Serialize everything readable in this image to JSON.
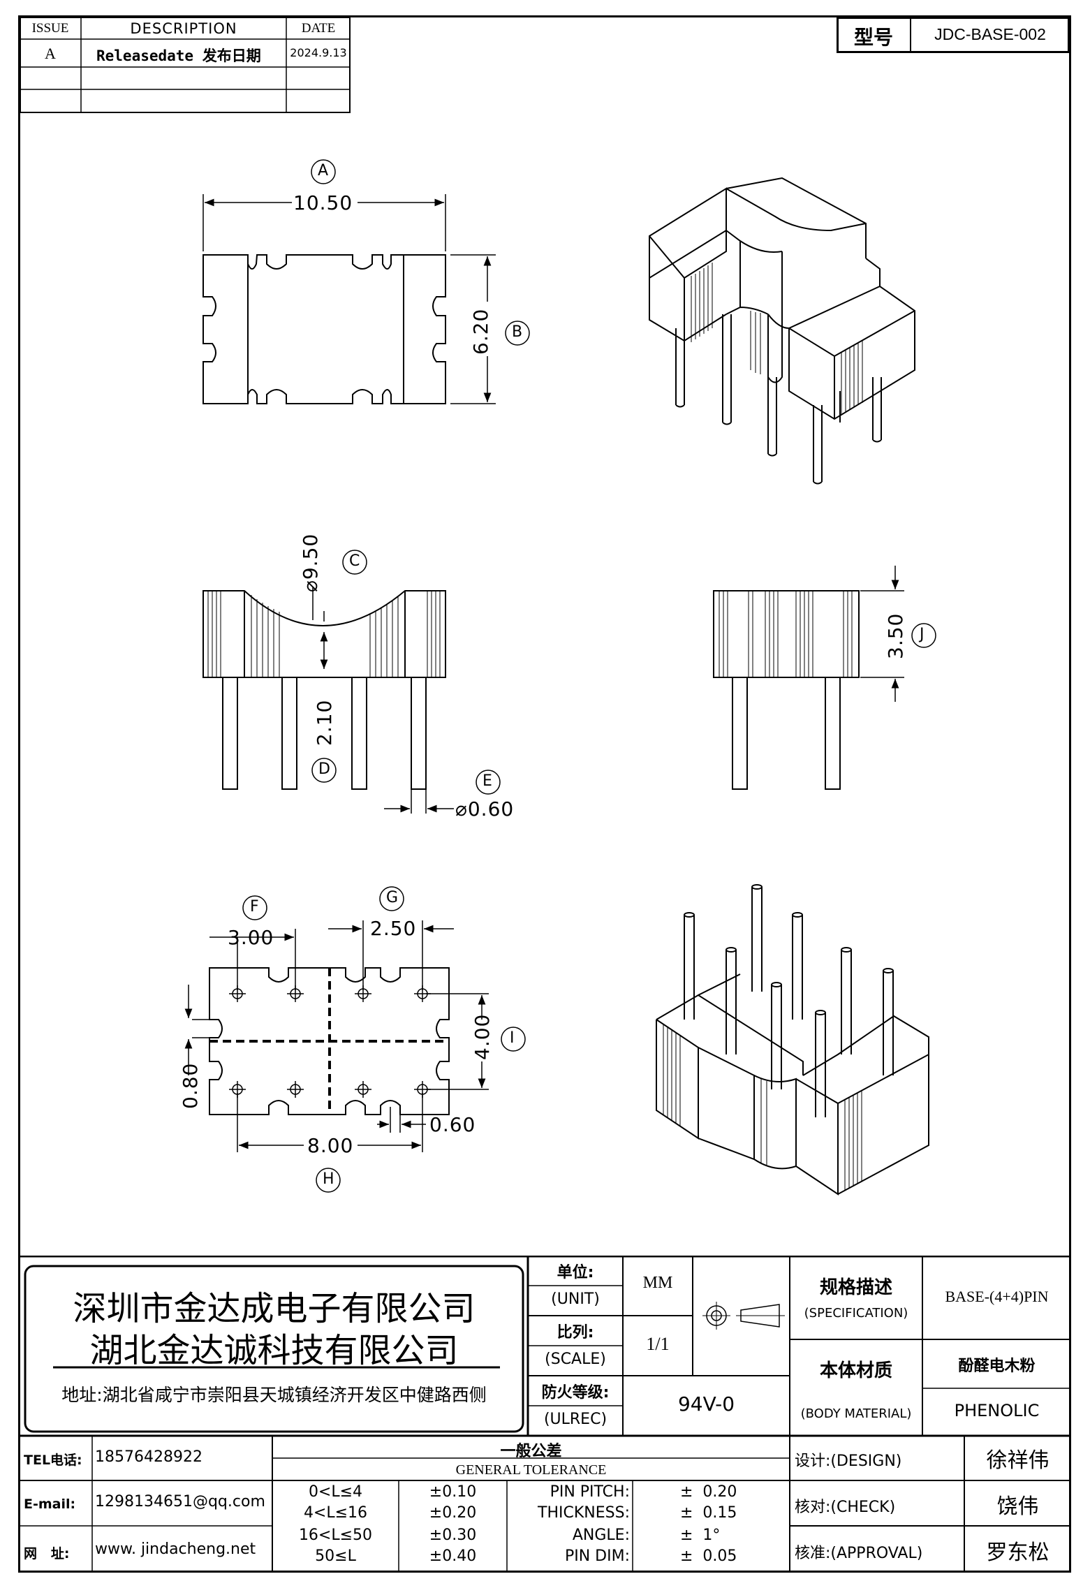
{
  "revision_table": {
    "headers": {
      "issue": "ISSUE",
      "description": "DESCRIPTION",
      "date": "DATE"
    },
    "rows": [
      {
        "issue": "A",
        "description": "Releasedate 发布日期",
        "date": "2024.9.13"
      },
      {
        "issue": "",
        "description": "",
        "date": ""
      },
      {
        "issue": "",
        "description": "",
        "date": ""
      }
    ]
  },
  "model_box": {
    "label": "型号",
    "value": "JDC-BASE-002"
  },
  "dimensions": {
    "A": {
      "marker": "A",
      "value": "10.50"
    },
    "B": {
      "marker": "B",
      "value": "6.20"
    },
    "C": {
      "marker": "C",
      "value": "⌀9.50"
    },
    "D": {
      "marker": "D",
      "value": "2.10"
    },
    "E": {
      "marker": "E",
      "value": "⌀0.60"
    },
    "J": {
      "marker": "J",
      "value": "3.50"
    },
    "F": {
      "marker": "F",
      "value": "3.00"
    },
    "G": {
      "marker": "G",
      "value": "2.50"
    },
    "I": {
      "marker": "I",
      "value": "4.00"
    },
    "H": {
      "marker": "H",
      "value": "8.00"
    },
    "slot_width": "0.80",
    "slot_depth": "0.60"
  },
  "title_block": {
    "company_1": "深圳市金达成电子有限公司",
    "company_2": "湖北金达诚科技有限公司",
    "address": "地址:湖北省咸宁市崇阳县天城镇经济开发区中健路西侧",
    "unit_cn": "单位:",
    "unit_en": "(UNIT)",
    "unit_value": "MM",
    "scale_cn": "比列:",
    "scale_en": "(SCALE)",
    "scale_value": "1/1",
    "ul_cn": "防火等级:",
    "ul_en": "(ULREC)",
    "ul_value": "94V-0",
    "spec_cn": "规格描述",
    "spec_en": "(SPECIFICATION)",
    "spec_value": "BASE-(4+4)PIN",
    "material_cn": "本体材质",
    "material_en": "(BODY MATERIAL)",
    "material_value_cn": "酚醛电木粉",
    "material_value_en": "PHENOLIC",
    "tel_label": "TEL电话:",
    "tel_value": "18576428922",
    "email_label": "E-mail:",
    "email_value": "1298134651@qq.com",
    "web_label": "网   址:",
    "web_value": "www. jindacheng.net",
    "tolerance_cn": "一般公差",
    "tolerance_en": "GENERAL TOLERANCE",
    "tolerances": [
      {
        "range": "0<L≤4",
        "tol": "±0.10"
      },
      {
        "range": "4<L≤16",
        "tol": "±0.20"
      },
      {
        "range": "16<L≤50",
        "tol": "±0.30"
      },
      {
        "range": "50≤L",
        "tol": "±0.40"
      }
    ],
    "specials": [
      {
        "name": "PIN PITCH:",
        "tol": "±  0.20"
      },
      {
        "name": "THICKNESS:",
        "tol": "±  0.15"
      },
      {
        "name": "ANGLE:",
        "tol": "±  1°"
      },
      {
        "name": "PIN DIM:",
        "tol": "±  0.05"
      }
    ],
    "design_label": "设计:(DESIGN)",
    "design_name": "徐祥伟",
    "check_label": "核对:(CHECK)",
    "check_name": "饶伟",
    "approval_label": "核准:(APPROVAL)",
    "approval_name": "罗东松"
  }
}
